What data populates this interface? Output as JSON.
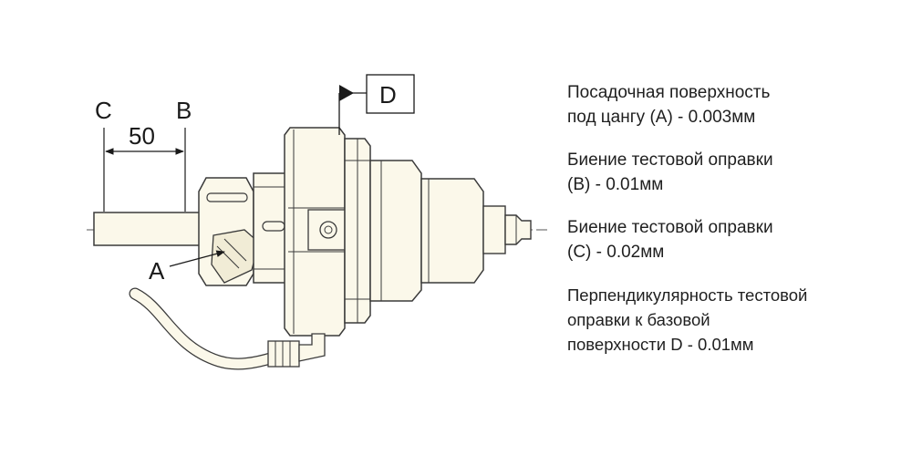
{
  "labels": {
    "c": "C",
    "b": "B",
    "a": "A",
    "d": "D",
    "dimension": "50"
  },
  "notes": [
    {
      "lines": [
        "Посадочная поверхность",
        "под цангу (А) - 0.003мм"
      ]
    },
    {
      "lines": [
        "Биение тестовой оправки",
        "(В) - 0.01мм"
      ]
    },
    {
      "lines": [
        "Биение тестовой оправки",
        "(С) - 0.02мм"
      ]
    },
    {
      "lines": [
        "Перпендикулярность тестовой",
        "оправки к  базовой",
        "поверхности D - 0.01мм"
      ]
    }
  ],
  "colors": {
    "part_fill": "#fbf8ea",
    "outline": "#3a3a3a",
    "text": "#1f1f1f"
  }
}
